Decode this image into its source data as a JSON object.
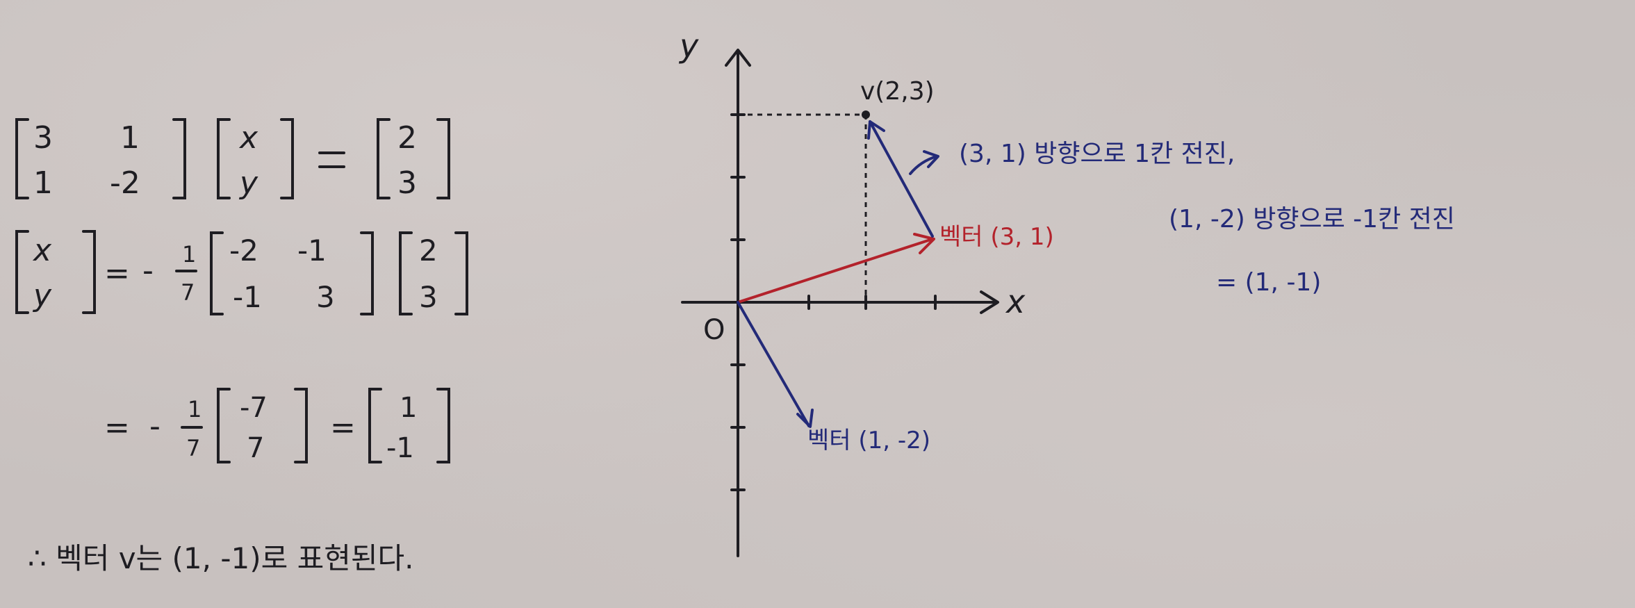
{
  "equations": {
    "eq1": {
      "matrix": [
        "3",
        "1",
        "1",
        "-2"
      ],
      "vars": [
        "x",
        "y"
      ],
      "rhs": [
        "2",
        "3"
      ]
    },
    "eq2": {
      "lhs": [
        "x",
        "y"
      ],
      "equals": "=",
      "coef_sign": "-",
      "coef_num": "1",
      "coef_den": "7",
      "matrix": [
        "-2",
        "-1",
        "-1",
        "3"
      ],
      "vec": [
        "2",
        "3"
      ]
    },
    "eq3": {
      "equals": "=",
      "coef_sign": "-",
      "coef_num": "1",
      "coef_den": "7",
      "vec": [
        "-7",
        "7"
      ],
      "equals2": "=",
      "result": [
        "1",
        "-1"
      ]
    },
    "conclusion": "∴ 벡터 v는 (1, -1)로 표현된다."
  },
  "graph": {
    "y_label": "y",
    "x_label": "x",
    "origin_label": "O",
    "point_label": "v(2,3)",
    "point": [
      2,
      3
    ],
    "vec_a_label": "벡터 (3, 1)",
    "vec_a": [
      3,
      1
    ],
    "vec_b_label": "벡터 (1, -2)",
    "vec_b": [
      1,
      -2
    ],
    "step_from_tip": [
      -1,
      2
    ]
  },
  "notes": {
    "line1": "(3, 1) 방향으로 1칸 전진,",
    "line2": "(1, -2) 방향으로 -1칸 전진",
    "line3": "= (1, -1)"
  },
  "colors": {
    "ink": "#1e1d22",
    "blue": "#232a78",
    "red": "#b3222b",
    "paper": "#c8c1bf"
  }
}
